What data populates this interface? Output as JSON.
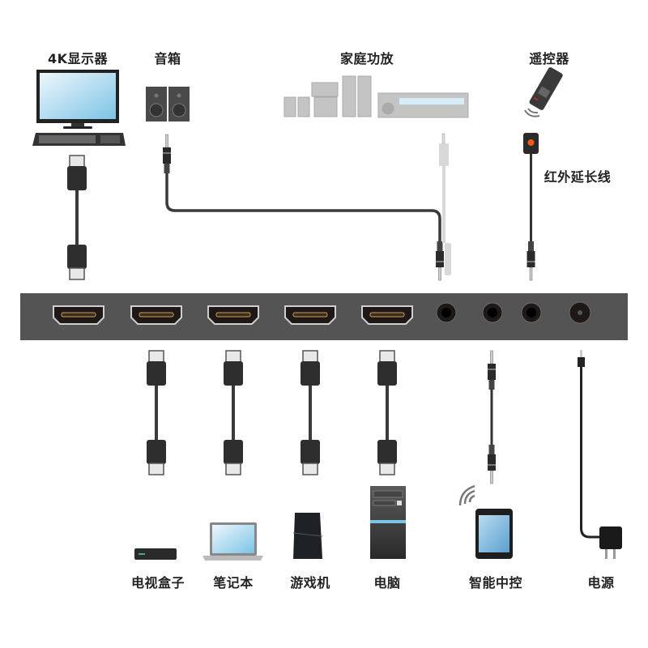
{
  "title": "HDMI switch connection diagram",
  "top_devices": [
    {
      "id": "monitor",
      "label": "4K显示器"
    },
    {
      "id": "speakers",
      "label": "音箱"
    },
    {
      "id": "home-theater",
      "label": "家庭功放"
    },
    {
      "id": "remote",
      "label": "遥控器"
    }
  ],
  "ir_extender_label": "红外延长线",
  "bottom_devices": [
    {
      "id": "tv-box",
      "label": "电视盒子"
    },
    {
      "id": "laptop",
      "label": "笔记本"
    },
    {
      "id": "game-console",
      "label": "游戏机"
    },
    {
      "id": "pc",
      "label": "电脑"
    },
    {
      "id": "smart-control",
      "label": "智能中控"
    },
    {
      "id": "power",
      "label": "电源"
    }
  ],
  "panel": {
    "hdmi_ports": 5,
    "audio_jacks": 3,
    "dc_jacks": 1
  },
  "colors": {
    "panel": "#545454",
    "port": "#1e1816",
    "pin": "#c9a24a",
    "cable": "#3a3a3a",
    "optical": "#d8d8d8",
    "ir_dot": "#f05a14",
    "label": "#222222"
  }
}
